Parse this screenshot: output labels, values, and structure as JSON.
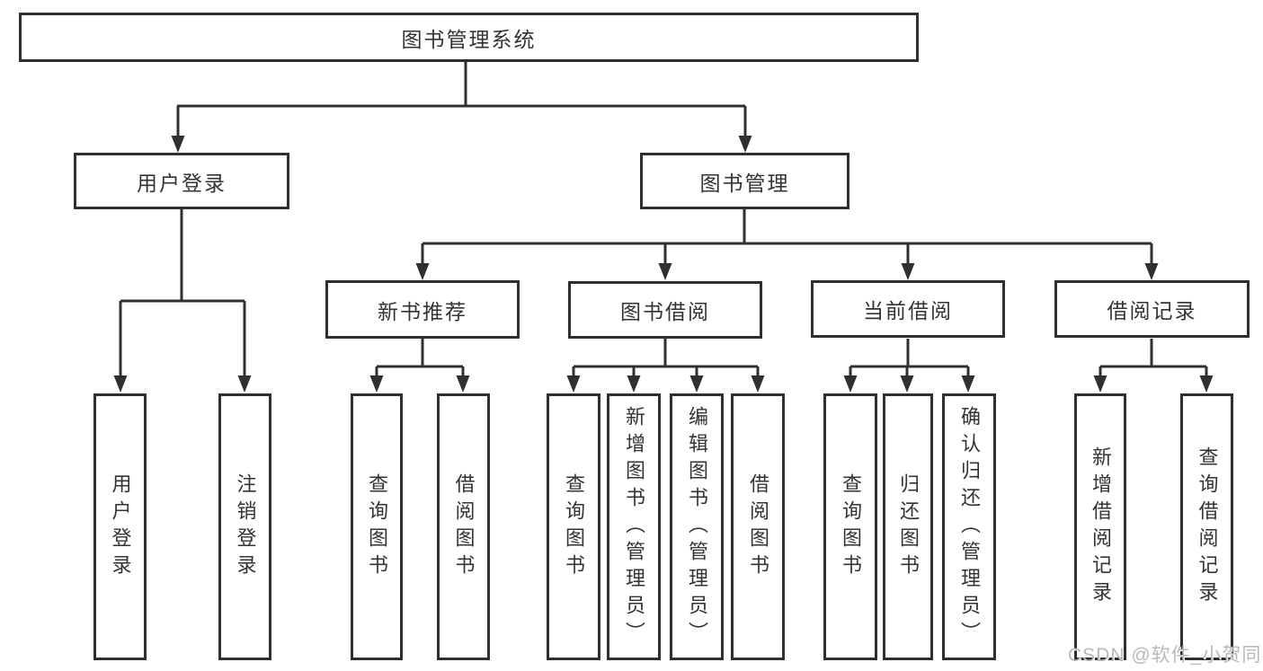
{
  "diagram": {
    "title": "图书管理系统",
    "type": "tree-diagram",
    "colors": {
      "line": "#303030",
      "border": "#2f2f2f",
      "text": "#333333",
      "background": "#ffffff",
      "watermark": "#b9b9b9"
    },
    "root": {
      "label": "图书管理系统"
    },
    "level1": [
      {
        "label": "用户登录"
      },
      {
        "label": "图书管理"
      }
    ],
    "level2": [
      {
        "label": "新书推荐"
      },
      {
        "label": "图书借阅"
      },
      {
        "label": "当前借阅"
      },
      {
        "label": "借阅记录"
      }
    ],
    "leaves": {
      "user_login": [
        {
          "label": "用户登录"
        },
        {
          "label": "注销登录"
        }
      ],
      "new_books": [
        {
          "label": "查询图书"
        },
        {
          "label": "借阅图书"
        }
      ],
      "book_borrow": [
        {
          "label": "查询图书"
        },
        {
          "label": "新增图书（管理员）"
        },
        {
          "label": "编辑图书（管理员）"
        },
        {
          "label": "借阅图书"
        }
      ],
      "current_borrow": [
        {
          "label": "查询图书"
        },
        {
          "label": "归还图书"
        },
        {
          "label": "确认归还（管理员）"
        }
      ],
      "borrow_records": [
        {
          "label": "新增借阅记录"
        },
        {
          "label": "查询借阅记录"
        }
      ]
    },
    "watermark": "CSDN @软件_小贺同学"
  }
}
